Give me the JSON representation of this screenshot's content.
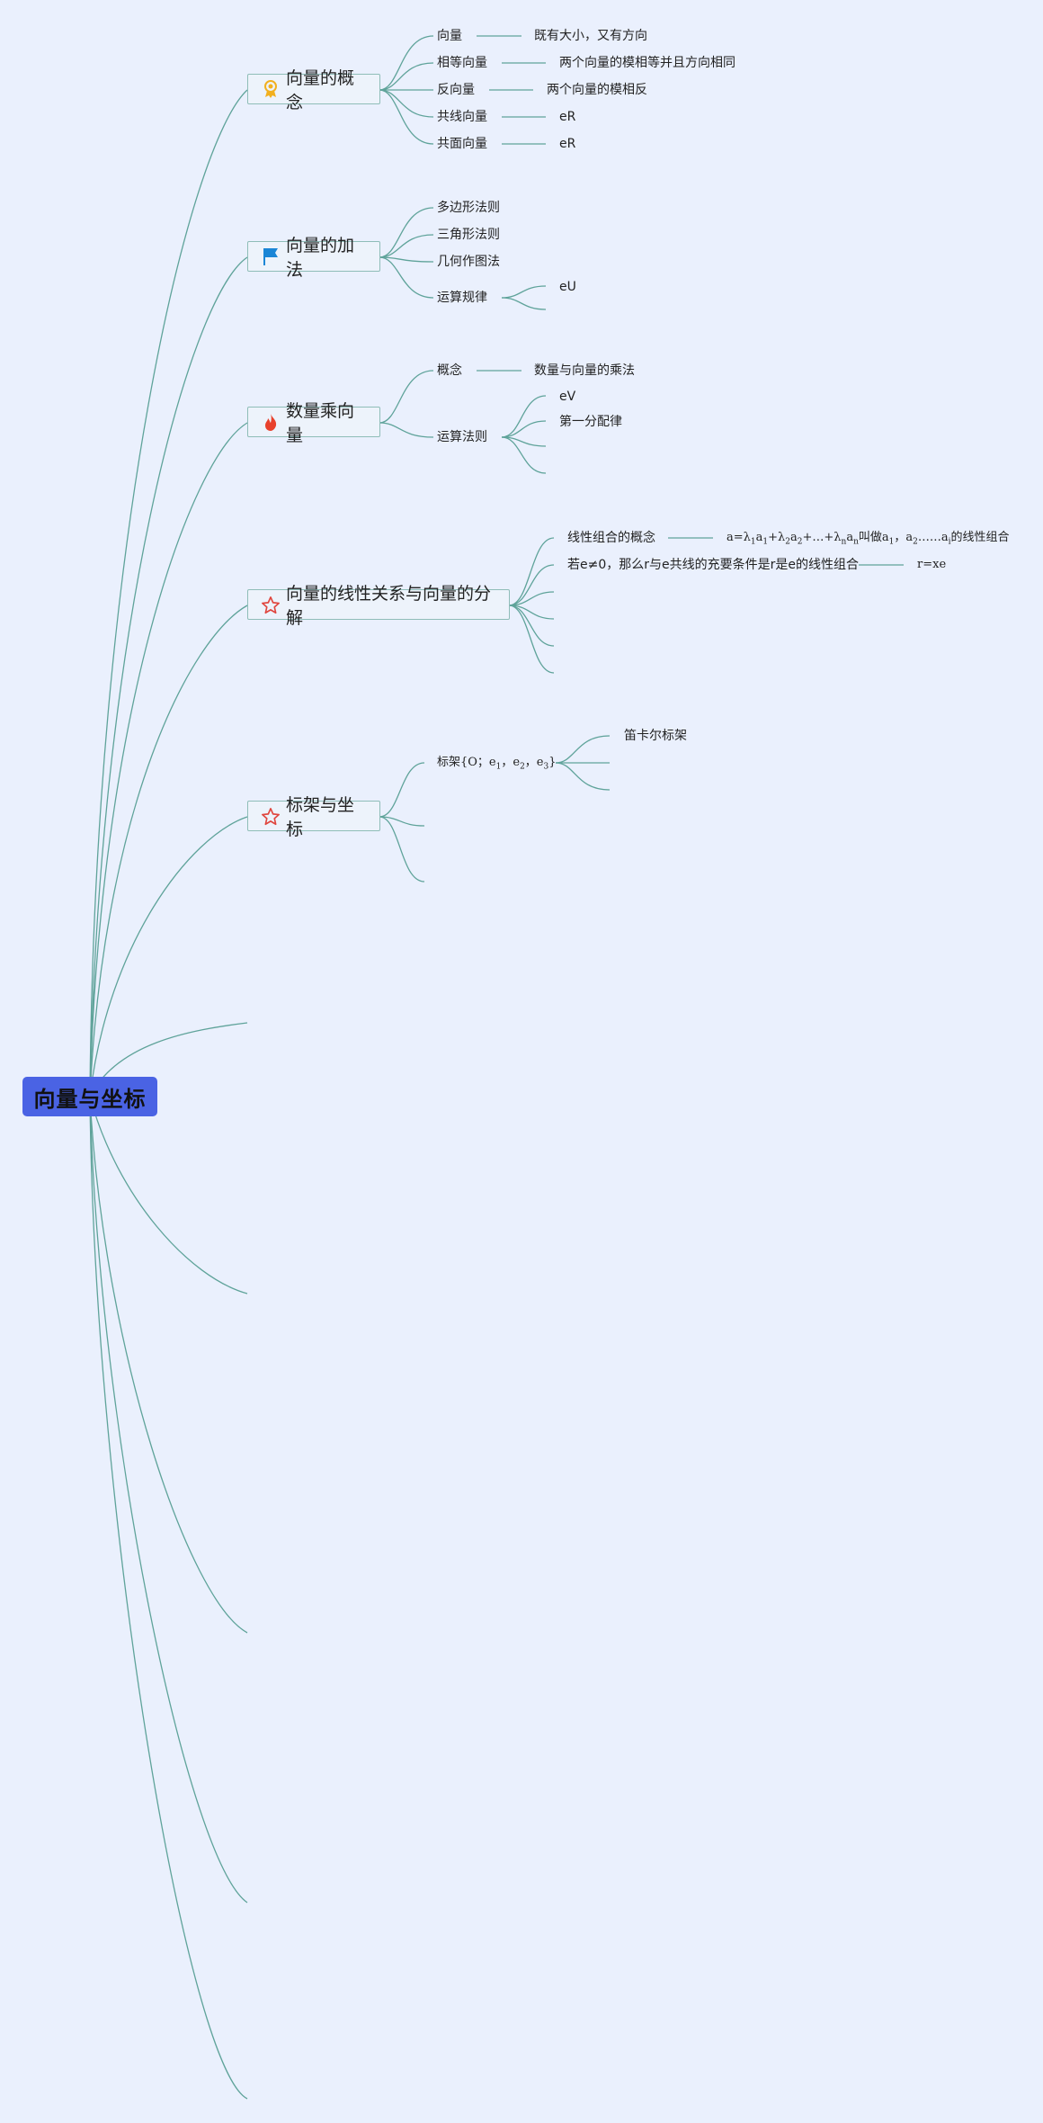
{
  "root": {
    "label": "向量与坐标"
  },
  "branches": [
    {
      "label": "向量的概念",
      "icon": "ribbon-award-icon",
      "children": [
        {
          "label": "向量",
          "child": "既有大小，又有方向"
        },
        {
          "label": "相等向量",
          "child": "两个向量的模相等并且方向相同"
        },
        {
          "label": "反向量",
          "child": "两个向量的模相反"
        },
        {
          "label": "共线向量",
          "child": "eR"
        },
        {
          "label": "共面向量",
          "child": "eR"
        }
      ]
    },
    {
      "label": "向量的加法",
      "icon": "flag-icon",
      "children": [
        {
          "label": "多边形法则"
        },
        {
          "label": "三角形法则"
        },
        {
          "label": "几何作图法"
        },
        {
          "label": "运算规律",
          "child": "eU"
        }
      ]
    },
    {
      "label": "数量乘向量",
      "icon": "fire-icon",
      "children": [
        {
          "label": "概念",
          "child": "数量与向量的乘法"
        },
        {
          "label": "运算法则",
          "children": [
            "eV",
            "第一分配律"
          ]
        }
      ]
    },
    {
      "label": "向量的线性关系与向量的分解",
      "icon": "star-outline-icon",
      "children": [
        {
          "label": "线性组合的概念",
          "child_parts": [
            "a=λ",
            "1",
            "a",
            "1",
            "+λ",
            "2",
            "a",
            "2",
            "+…+λ",
            "n",
            "a",
            "n",
            "叫做a",
            "1",
            "，a",
            "2",
            "……a",
            "i",
            "的线性组合"
          ]
        },
        {
          "label": "若e≠0，那么r与e共线的充要条件是r是e的线性组合",
          "child": "r=xe"
        }
      ]
    },
    {
      "label": "标架与坐标",
      "icon": "star-outline-icon",
      "children": [
        {
          "label_parts": [
            "标架{O；e",
            "1",
            "，e",
            "2",
            "，e",
            "3",
            "}"
          ],
          "children": [
            "笛卡尔标架"
          ]
        }
      ]
    }
  ],
  "colors": {
    "background": "#eaf0fd",
    "root_fill": "#4a63e4",
    "line": "#5fa39a",
    "main_border": "#8fbdb8",
    "icon_gold": "#f2b01e",
    "icon_blue": "#1b86d6",
    "icon_red": "#e8412c",
    "star_red": "#e0463e"
  }
}
